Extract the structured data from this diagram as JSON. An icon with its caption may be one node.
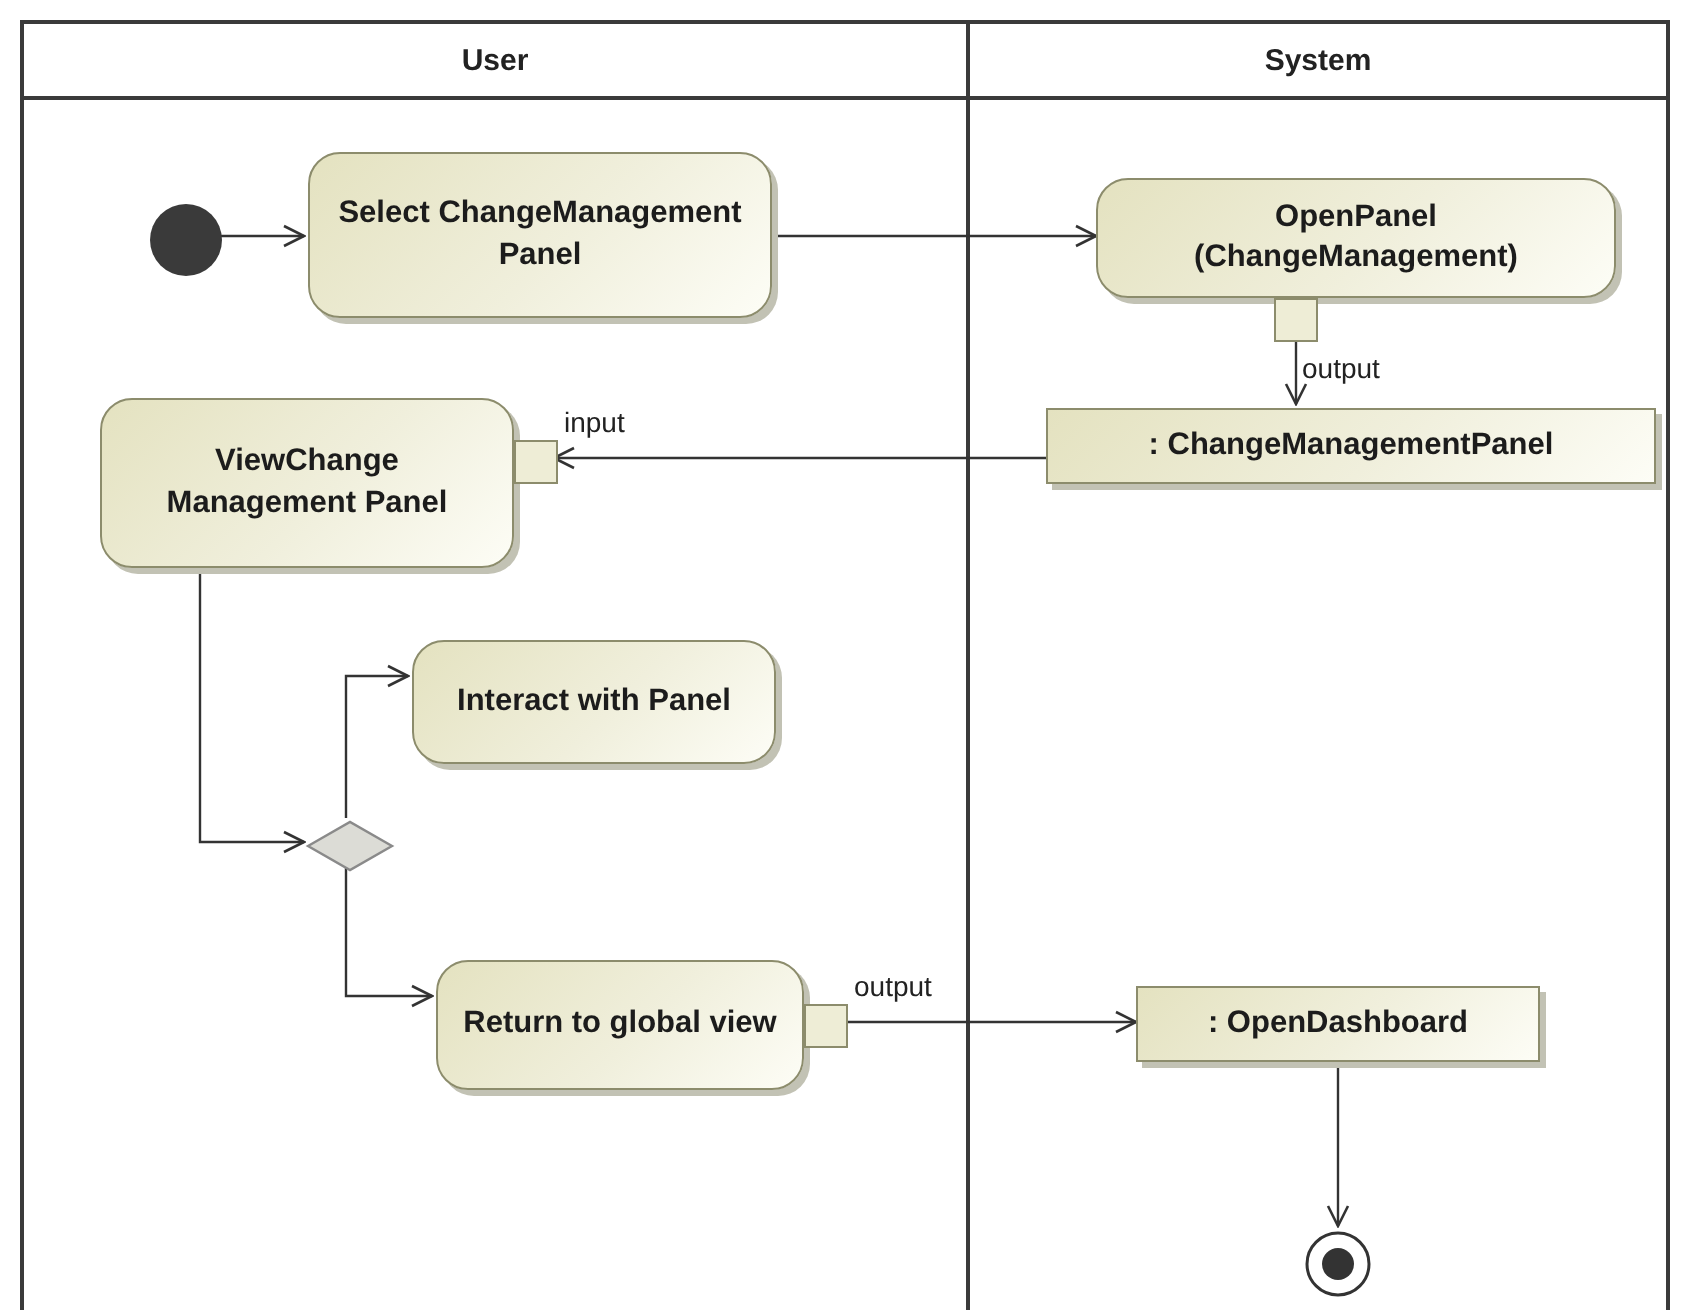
{
  "diagram": {
    "nodes": [
      {
        "text": [
          "User"
        ]
      },
      {
        "text": [
          "System"
        ]
      },
      {
        "text": [],
        "shape": "circle",
        "in": 0
      },
      {
        "text": [
          "Select ChangeManagement Panel"
        ],
        "in": 0
      },
      {
        "text": [
          "OpenPanel (ChangeManagement)"
        ],
        "in": 1
      },
      {
        "text": [],
        "shape": "box",
        "in": 1,
        "beside": [
          "output"
        ]
      },
      {
        "text": [
          ": ChangeManagementPanel"
        ],
        "in": 1
      },
      {
        "text": [
          "ViewChange Management Panel"
        ],
        "in": 0
      },
      {
        "text": [],
        "shape": "box",
        "in": 0,
        "beside": [
          "input"
        ]
      },
      {
        "text": [
          "Interact with Panel"
        ],
        "in": 0
      },
      {
        "text": [],
        "shape": "diamond",
        "in": 0
      },
      {
        "text": [
          "Return to global view"
        ],
        "in": 0
      },
      {
        "text": [],
        "shape": "box",
        "in": 0,
        "beside": [
          "output"
        ]
      },
      {
        "text": [
          ": OpenDashboard"
        ],
        "in": 1
      },
      {
        "text": [],
        "shape": "circle",
        "in": 1
      }
    ],
    "edges": [
      {
        "from": 2,
        "to": 3,
        "arrow": "to"
      },
      {
        "from": 3,
        "to": 4,
        "arrow": "to"
      },
      {
        "from": 5,
        "to": 6,
        "arrow": "to"
      },
      {
        "from": 6,
        "to": 8,
        "arrow": "to"
      },
      {
        "from": 7,
        "to": 10,
        "arrow": "to"
      },
      {
        "from": 10,
        "to": 9,
        "arrow": "to"
      },
      {
        "from": 10,
        "to": 11,
        "arrow": "to"
      },
      {
        "from": 12,
        "to": 13,
        "arrow": "to"
      },
      {
        "from": 13,
        "to": 14,
        "arrow": "to"
      }
    ]
  }
}
